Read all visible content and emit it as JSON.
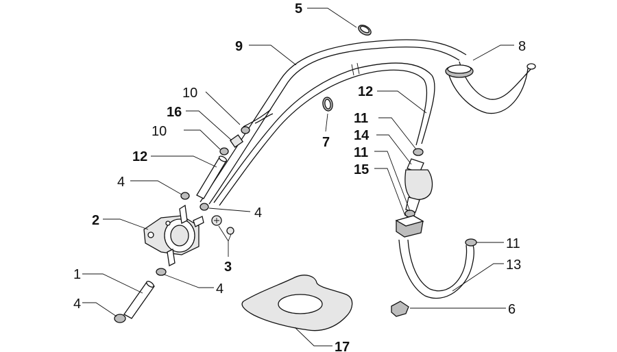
{
  "callouts": [
    {
      "id": "1",
      "text": "1",
      "bold": false
    },
    {
      "id": "2",
      "text": "2",
      "bold": true
    },
    {
      "id": "3",
      "text": "3",
      "bold": true
    },
    {
      "id": "4a",
      "text": "4",
      "bold": false
    },
    {
      "id": "4b",
      "text": "4",
      "bold": false
    },
    {
      "id": "4c",
      "text": "4",
      "bold": false
    },
    {
      "id": "4d",
      "text": "4",
      "bold": false
    },
    {
      "id": "5",
      "text": "5",
      "bold": true
    },
    {
      "id": "6",
      "text": "6",
      "bold": false
    },
    {
      "id": "7",
      "text": "7",
      "bold": true
    },
    {
      "id": "8",
      "text": "8",
      "bold": false
    },
    {
      "id": "9",
      "text": "9",
      "bold": true
    },
    {
      "id": "10a",
      "text": "10",
      "bold": false
    },
    {
      "id": "10b",
      "text": "10",
      "bold": false
    },
    {
      "id": "11a",
      "text": "11",
      "bold": true
    },
    {
      "id": "11b",
      "text": "11",
      "bold": true
    },
    {
      "id": "11c",
      "text": "11",
      "bold": false
    },
    {
      "id": "12a",
      "text": "12",
      "bold": true
    },
    {
      "id": "12b",
      "text": "12",
      "bold": true
    },
    {
      "id": "13",
      "text": "13",
      "bold": false
    },
    {
      "id": "14",
      "text": "14",
      "bold": true
    },
    {
      "id": "15",
      "text": "15",
      "bold": true
    },
    {
      "id": "16",
      "text": "16",
      "bold": true
    },
    {
      "id": "17",
      "text": "17",
      "bold": true
    }
  ]
}
